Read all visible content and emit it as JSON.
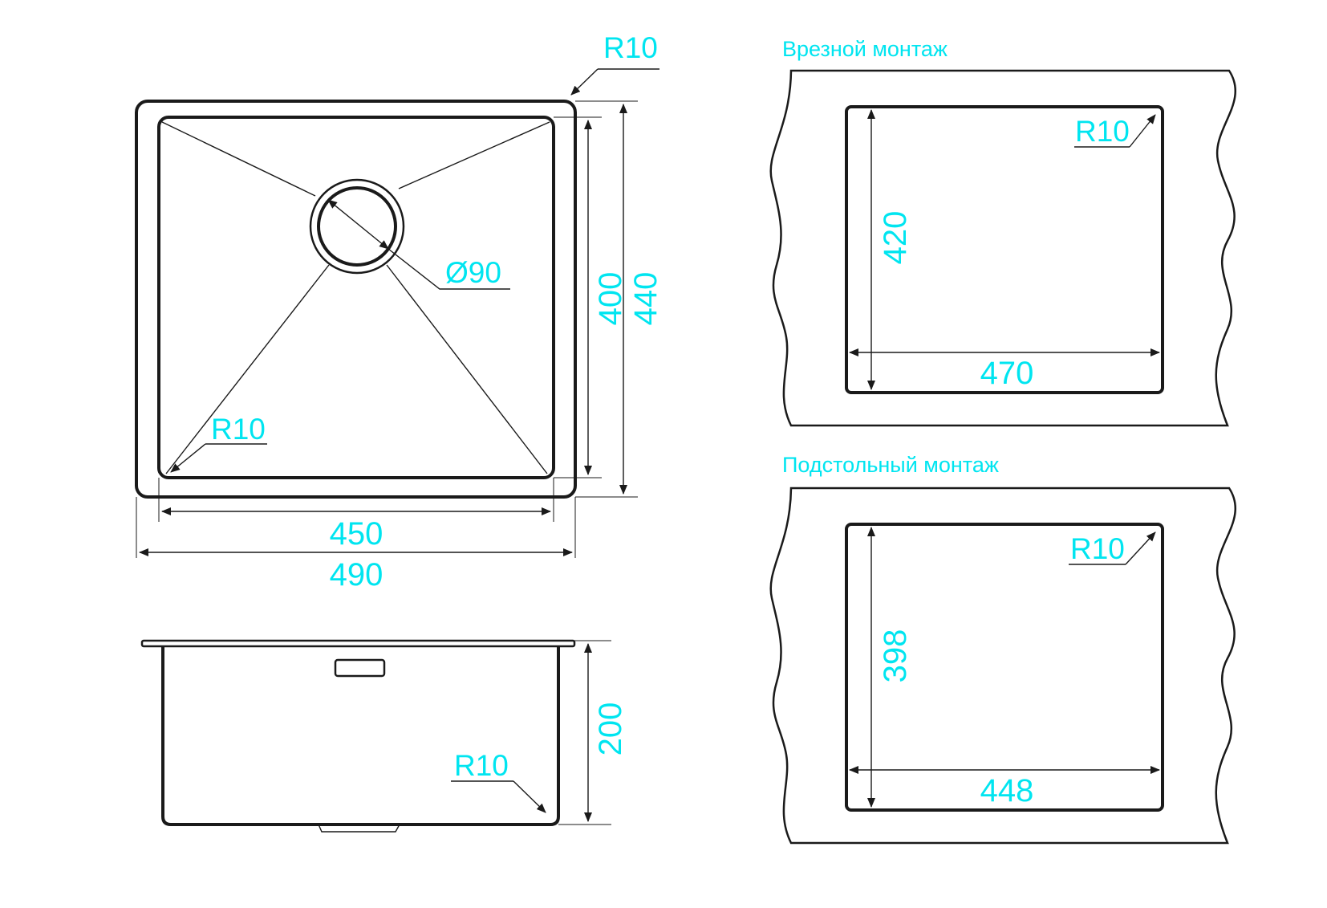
{
  "top_view": {
    "corner_radius_outer": "R10",
    "corner_radius_inner": "R10",
    "drain_diameter": "Ø90",
    "inner_height": "400",
    "outer_height": "440",
    "inner_width": "450",
    "outer_width": "490"
  },
  "side_view": {
    "depth": "200",
    "bottom_radius": "R10"
  },
  "inset_mount": {
    "title": "Врезной монтаж",
    "radius": "R10",
    "height": "420",
    "width": "470"
  },
  "undermount": {
    "title": "Подстольный  монтаж",
    "radius": "R10",
    "height": "398",
    "width": "448"
  },
  "colors": {
    "annotation": "#00e5f0",
    "line": "#1a1a1a"
  }
}
